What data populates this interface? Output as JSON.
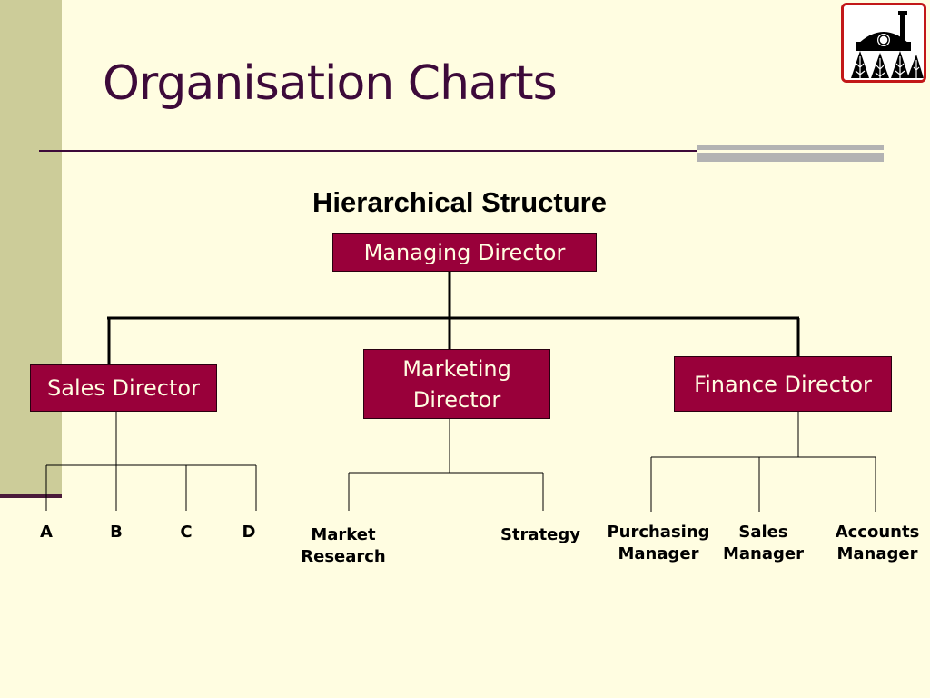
{
  "slide": {
    "title": "Organisation Charts",
    "subtitle": "Hierarchical Structure"
  },
  "colors": {
    "background": "#fffde1",
    "accent_bar": "#cccc99",
    "title_color": "#3d0a3a",
    "node_fill": "#99003a",
    "node_text": "#fffde1",
    "logo_border": "#c21818"
  },
  "logo": {
    "icon": "building-and-trees-logo"
  },
  "org_chart": {
    "root": {
      "label": "Managing Director"
    },
    "directors": [
      {
        "label": "Sales Director",
        "reports": [
          {
            "label": "A"
          },
          {
            "label": "B"
          },
          {
            "label": "C"
          },
          {
            "label": "D"
          }
        ]
      },
      {
        "label": "Marketing Director",
        "reports": [
          {
            "label": "Market Research"
          },
          {
            "label": "Strategy"
          }
        ]
      },
      {
        "label": "Finance Director",
        "reports": [
          {
            "label": "Purchasing Manager"
          },
          {
            "label": "Sales Manager"
          },
          {
            "label": "Accounts Manager"
          }
        ]
      }
    ]
  }
}
